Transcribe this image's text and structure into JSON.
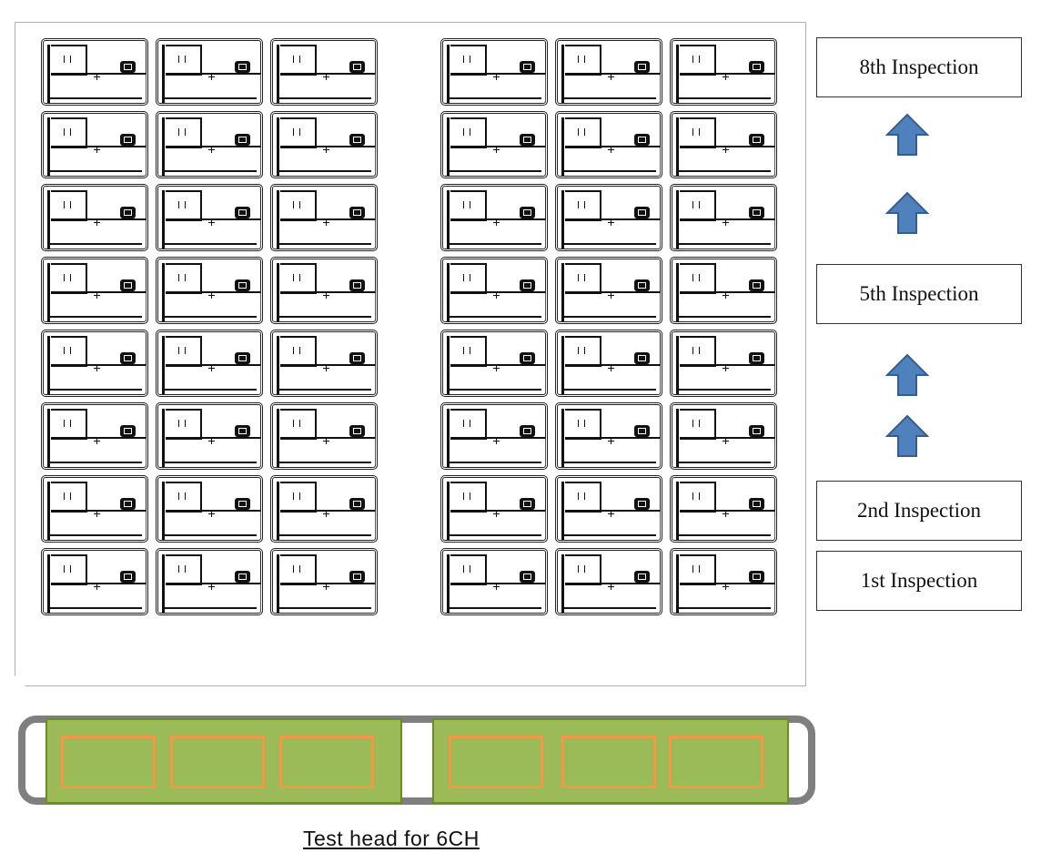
{
  "inspections": {
    "eighth": "8th Inspection",
    "fifth": "5th Inspection",
    "second": "2nd Inspection",
    "first": "1st Inspection"
  },
  "test_head": {
    "caption": "Test head for 6CH",
    "block_color": "#9bbb59",
    "site_color": "#f79646",
    "frame_color": "#7f7f7f"
  },
  "arrow_color": "#4f81bd",
  "arrow_icon": "up-arrow-icon",
  "socket_icon": "ic-socket-icon"
}
